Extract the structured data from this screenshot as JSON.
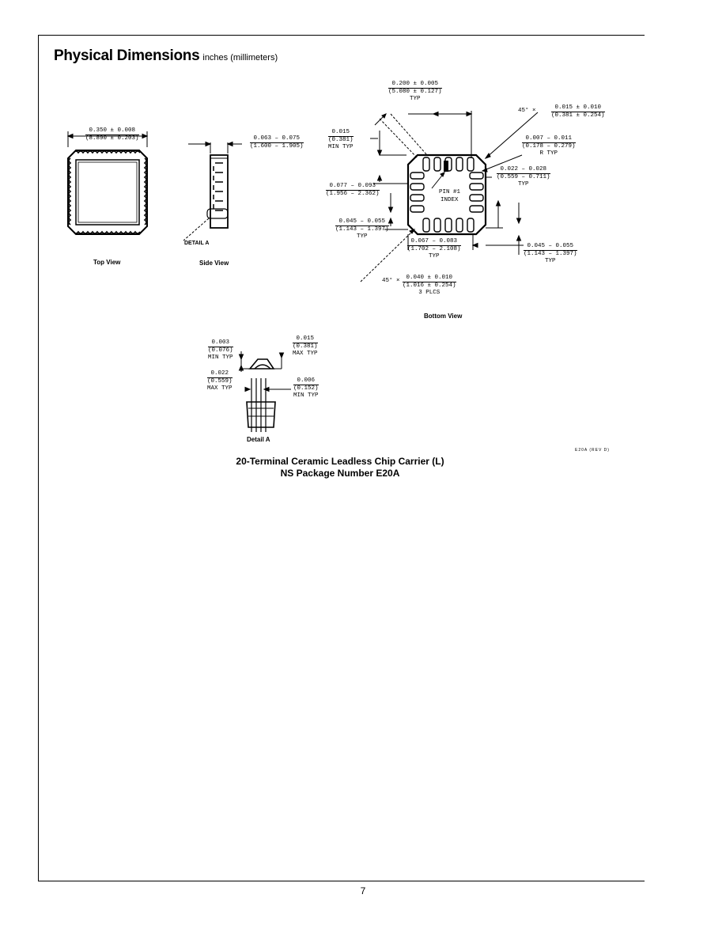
{
  "header": {
    "title": "Physical Dimensions",
    "units": "inches (millimeters)"
  },
  "views": {
    "top": "Top View",
    "side": "Side View",
    "bottom": "Bottom View",
    "detail": "Detail A"
  },
  "top_view": {
    "width": {
      "a": "0.350 ± 0.008",
      "b": "(8.890 ± 0.203)"
    }
  },
  "side_view": {
    "thickness": {
      "a": "0.063 – 0.075",
      "b": "(1.600 – 1.905)"
    },
    "detail_callout": "DETAIL A"
  },
  "bottom_view": {
    "pitch": {
      "a": "0.200 ± 0.005",
      "b": "(5.080 ± 0.127)",
      "c": "TYP"
    },
    "corner_chamfer": {
      "prefix": "45° ×",
      "a": "0.015 ± 0.010",
      "b": "(0.381 ± 0.254)"
    },
    "chamfer_min": {
      "a": "0.015",
      "b": "(0.381)",
      "c": "MIN TYP"
    },
    "pad_radius": {
      "a": "0.007 – 0.011",
      "b": "(0.178 – 0.279)",
      "c": "R TYP"
    },
    "pad_width": {
      "a": "0.022 – 0.028",
      "b": "(0.559 – 0.711)",
      "c": "TYP"
    },
    "pad_length": {
      "a": "0.077 – 0.093",
      "b": "(1.956 – 2.362)"
    },
    "pad_pitch_left": {
      "a": "0.045 – 0.055",
      "b": "(1.143 – 1.397)",
      "c": "TYP"
    },
    "pad_to_edge": {
      "a": "0.067 – 0.083",
      "b": "(1.702 – 2.108)",
      "c": "TYP"
    },
    "pad_pitch_right": {
      "a": "0.045 – 0.055",
      "b": "(1.143 – 1.397)",
      "c": "TYP"
    },
    "index_chamfer": {
      "prefix": "45° ×",
      "a": "0.040 ± 0.010",
      "b": "(1.016 ± 0.254)",
      "c": "3 PLCS"
    },
    "pin1": "PIN #1",
    "pin1_index": "INDEX"
  },
  "detail_a": {
    "min_typ": {
      "a": "0.003",
      "b": "(0.076)",
      "c": "MIN TYP"
    },
    "max_typ": {
      "a": "0.022",
      "b": "(0.559)",
      "c": "MAX TYP"
    },
    "top_max": {
      "a": "0.015",
      "b": "(0.381)",
      "c": "MAX TYP"
    },
    "side_min": {
      "a": "0.006",
      "b": "(0.152)",
      "c": "MIN TYP"
    }
  },
  "drawing_code": "E20A (REV D)",
  "caption": {
    "line1": "20-Terminal Ceramic Leadless Chip Carrier (L)",
    "line2": "NS Package Number E20A"
  },
  "page_number": "7"
}
